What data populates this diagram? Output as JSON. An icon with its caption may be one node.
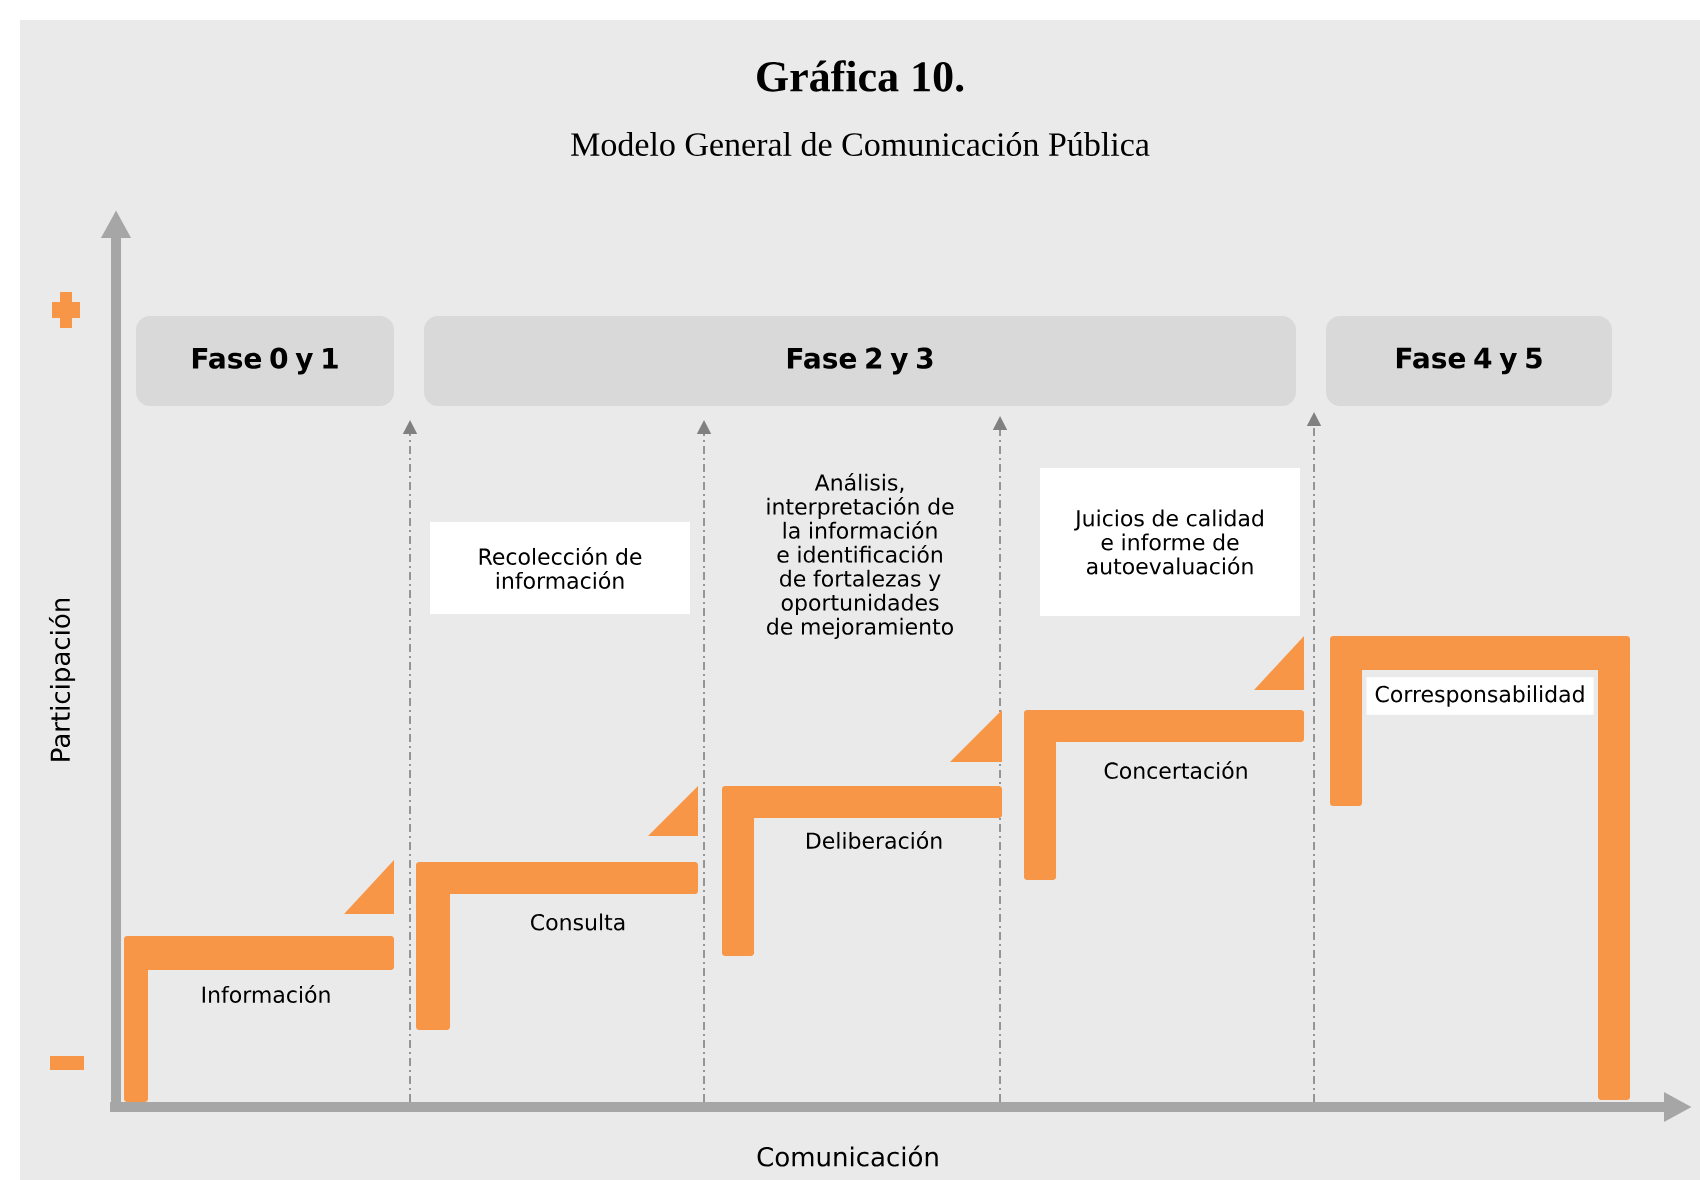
{
  "diagram": {
    "title": "Gráfica 10.",
    "nodes": [
      {
        "text": [
          "Fase 0 y 1"
        ]
      },
      {
        "text": [
          "Fase 2 y 3"
        ]
      },
      {
        "text": [
          "Fase 4 y 5"
        ]
      },
      {
        "text": [
          "Recolección de información"
        ]
      },
      {
        "text": [
          "Análisis, interpretación de la información e identificación de fortalezas y oportunidades de mejoramiento"
        ]
      },
      {
        "text": [
          "Juicios de calidad e informe de autoevaluación"
        ]
      },
      {
        "text": [
          "Información"
        ]
      },
      {
        "text": [
          "Consulta"
        ]
      },
      {
        "text": [
          "Deliberación"
        ]
      },
      {
        "text": [
          "Concertación"
        ]
      },
      {
        "text": [
          "Corresponsabilidad"
        ]
      }
    ],
    "labels": [
      "Modelo General de Comunicación Pública",
      "Participación",
      "Comunicación"
    ]
  }
}
